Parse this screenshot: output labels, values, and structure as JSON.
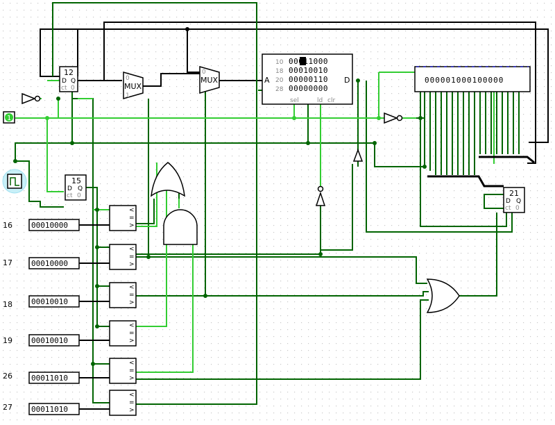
{
  "colors": {
    "wire_dark": "#006400",
    "wire_bright": "#32cd32",
    "wire_black": "#000000",
    "grid_dot": "#c8c8c8",
    "clock_halo": "#c8f0f8"
  },
  "registers": {
    "reg12": {
      "name": "12",
      "d": "D",
      "q": "Q",
      "ct": "ct",
      "zero": "0"
    },
    "reg15": {
      "name": "15",
      "d": "D",
      "q": "Q",
      "ct": "ct",
      "zero": "0"
    },
    "reg21": {
      "name": "21",
      "d": "D",
      "q": "Q",
      "ct": "ct",
      "zero": "0"
    }
  },
  "mux1": {
    "label": "MUX",
    "sel0": "0",
    "sel1": "1"
  },
  "mux2": {
    "label": "MUX",
    "sel0": "0"
  },
  "ram": {
    "addresses": [
      "10",
      "18",
      "20",
      "28"
    ],
    "rows": [
      "00011000",
      "00010010",
      "00000110",
      "00000000"
    ],
    "port_a": "A",
    "port_d": "D",
    "sel": "sel",
    "ld": "ld",
    "clr": "clr"
  },
  "shift_register": {
    "value": "000001000100000"
  },
  "input_pin": {
    "value": "1"
  },
  "comparators": [
    {
      "row_label": "16",
      "constant": "00010000",
      "symbols": [
        "<",
        "=",
        ">"
      ]
    },
    {
      "row_label": "17",
      "constant": "00010000",
      "symbols": [
        "<",
        "=",
        ">"
      ]
    },
    {
      "row_label": "18",
      "constant": "00010010",
      "symbols": [
        "<",
        "=",
        ">"
      ]
    },
    {
      "row_label": "19",
      "constant": "00010010",
      "symbols": [
        "<",
        "=",
        ">"
      ]
    },
    {
      "row_label": "26",
      "constant": "00011010",
      "symbols": [
        "<",
        "=",
        ">"
      ]
    },
    {
      "row_label": "27",
      "constant": "00011010",
      "symbols": [
        "<",
        "=",
        ">"
      ]
    }
  ]
}
